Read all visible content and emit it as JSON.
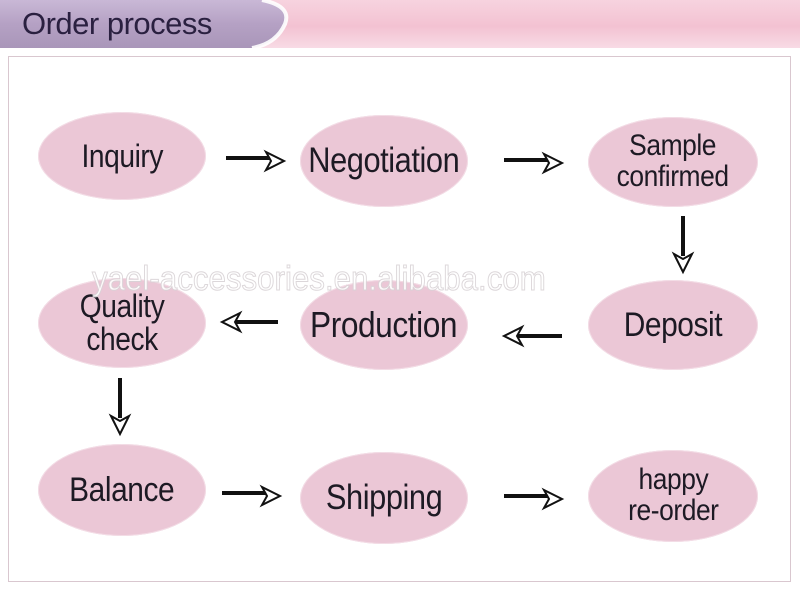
{
  "header": {
    "title": "Order process"
  },
  "watermark": "yael-accessories.en.alibaba.com",
  "steps": [
    {
      "label": "Inquiry"
    },
    {
      "label": "Negotiation"
    },
    {
      "label": "Sample\nconfirmed"
    },
    {
      "label": "Deposit"
    },
    {
      "label": "Production"
    },
    {
      "label": "Quality\ncheck"
    },
    {
      "label": "Balance"
    },
    {
      "label": "Shipping"
    },
    {
      "label": "happy\nre-order"
    }
  ],
  "colors": {
    "node_fill": "#ebc7d6",
    "header_band": "#f3c2d2",
    "header_tab": "#b8a4c6",
    "arrow": "#111111"
  }
}
